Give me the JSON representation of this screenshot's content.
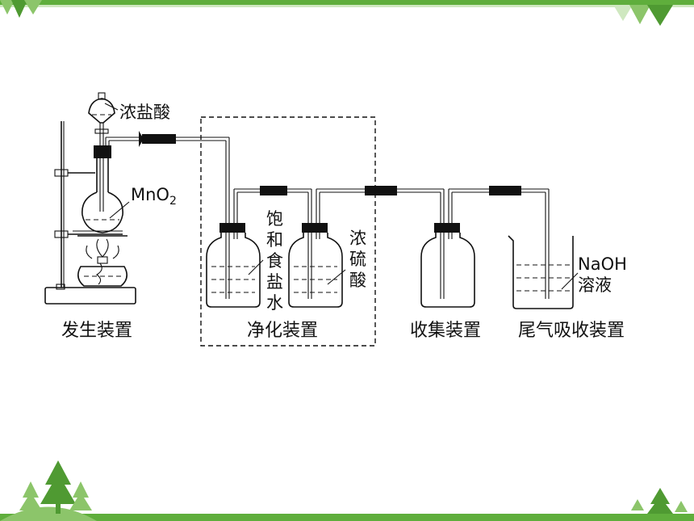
{
  "labels": {
    "hcl": "浓盐酸",
    "mno2_main": "MnO",
    "mno2_sub": "2",
    "saturated_salt_water": [
      "饱",
      "和",
      "食",
      "盐",
      "水"
    ],
    "conc_h2so4": [
      "浓",
      "硫",
      "酸"
    ],
    "naoh": "NaOH",
    "solution": "溶液"
  },
  "captions": {
    "generation": "发生装置",
    "purification": "净化装置",
    "collection": "收集装置",
    "tail_gas": "尾气吸收装置"
  },
  "colors": {
    "border_green": "#5fae3c",
    "stripe_light": "#cfe8c0",
    "tree_dark": "#4f9a32",
    "tree_light": "#8cc56a",
    "ink": "#111111"
  },
  "decor": [
    "tree-icon"
  ]
}
